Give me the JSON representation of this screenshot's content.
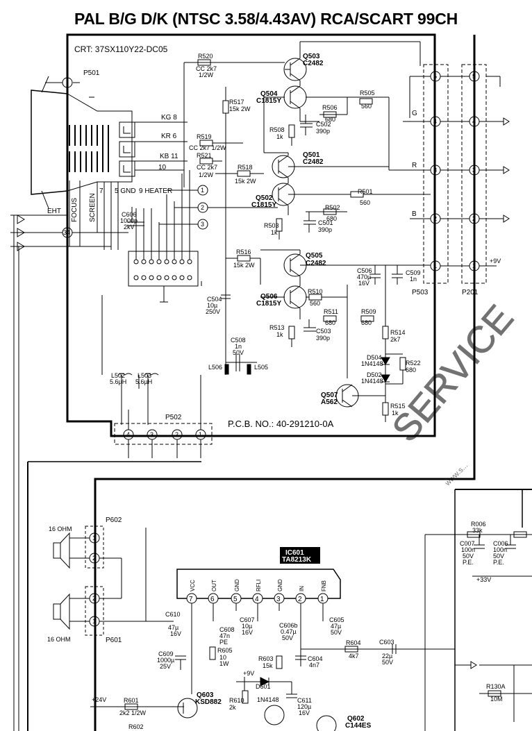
{
  "title": "PAL B/G D/K (NTSC 3.58/4.43AV) RCA/SCART 99CH",
  "crt_model": "CRT: 37SX110Y22-DC05",
  "pcb_number": "P.C.B. NO.: 40-291210-0A",
  "connectors": {
    "p501": "P501",
    "p502": "P502",
    "p503": "P503",
    "p201": "P201",
    "p601": "P601",
    "p602": "P602",
    "eht": "EHT"
  },
  "crt_pins": {
    "kg": "KG 8",
    "kr": "KR 6",
    "kb": "KB 11",
    "pin10": "10",
    "focus": "FOCUS",
    "screen": "SCREEN",
    "pin7": "7",
    "gnd": "5 GND",
    "heater": "9 HEATER"
  },
  "transistors": [
    {
      "ref": "Q503",
      "part": "C2482"
    },
    {
      "ref": "Q504",
      "part": "C1815Y"
    },
    {
      "ref": "Q501",
      "part": "C2482"
    },
    {
      "ref": "Q502",
      "part": "C1815Y"
    },
    {
      "ref": "Q505",
      "part": "C2482"
    },
    {
      "ref": "Q506",
      "part": "C1815Y"
    },
    {
      "ref": "Q507",
      "part": "A562"
    },
    {
      "ref": "Q603",
      "part": "KSD882"
    },
    {
      "ref": "Q602",
      "part": "C144ES"
    }
  ],
  "resistors": [
    {
      "ref": "R520",
      "value": "CC 2k7",
      "rating": "1/2W"
    },
    {
      "ref": "R517",
      "value": "15k 2W"
    },
    {
      "ref": "R505",
      "value": "560"
    },
    {
      "ref": "R506",
      "value": "680"
    },
    {
      "ref": "R508",
      "value": "1k"
    },
    {
      "ref": "R519",
      "value": "CC 2k7 1/2W"
    },
    {
      "ref": "R521",
      "value": "CC 2k7",
      "rating": "1/2W"
    },
    {
      "ref": "R518",
      "value": "15k 2W"
    },
    {
      "ref": "R501",
      "value": "560"
    },
    {
      "ref": "R502",
      "value": "680"
    },
    {
      "ref": "R503",
      "value": "1k"
    },
    {
      "ref": "R516",
      "value": "15k 2W"
    },
    {
      "ref": "R510",
      "value": "560"
    },
    {
      "ref": "R511",
      "value": "680"
    },
    {
      "ref": "R509",
      "value": "680"
    },
    {
      "ref": "R513",
      "value": "1k"
    },
    {
      "ref": "R514",
      "value": "2k7"
    },
    {
      "ref": "R522",
      "value": "680"
    },
    {
      "ref": "R515",
      "value": "1k"
    },
    {
      "ref": "R006",
      "value": "33k"
    },
    {
      "ref": "R605",
      "value": "10",
      "rating": "1W"
    },
    {
      "ref": "R603",
      "value": "15k"
    },
    {
      "ref": "R604",
      "value": "4k7"
    },
    {
      "ref": "R601",
      "value": "2k2 1/2W"
    },
    {
      "ref": "R602",
      "value": ""
    },
    {
      "ref": "R610",
      "value": "2k"
    },
    {
      "ref": "R130A",
      "value": "10M"
    }
  ],
  "capacitors": [
    {
      "ref": "C502",
      "value": "390p"
    },
    {
      "ref": "C501",
      "value": "390p"
    },
    {
      "ref": "C606",
      "value": "1000p",
      "rating": "2kV"
    },
    {
      "ref": "C506",
      "value": "470µ",
      "rating": "16V"
    },
    {
      "ref": "C509",
      "value": "1n"
    },
    {
      "ref": "C504",
      "value": "10µ",
      "rating": "250V"
    },
    {
      "ref": "C503",
      "value": "390p"
    },
    {
      "ref": "C508",
      "value": "1n",
      "rating": "50V"
    },
    {
      "ref": "C007",
      "value": "100n",
      "rating": "50V",
      "type": "P.E."
    },
    {
      "ref": "C006",
      "value": "100n",
      "rating": "50V",
      "type": "P.E."
    },
    {
      "ref": "C610",
      "value": "47µ",
      "rating": "16V"
    },
    {
      "ref": "C608",
      "value": "47n",
      "type": "PE"
    },
    {
      "ref": "C607",
      "value": "10µ",
      "rating": "16V"
    },
    {
      "ref": "C605",
      "value": "47µ",
      "rating": "50V"
    },
    {
      "ref": "C606b",
      "value": "0.47µ",
      "rating": "50V"
    },
    {
      "ref": "C604",
      "value": "4n7"
    },
    {
      "ref": "C603",
      "value": "22µ",
      "rating": "50V"
    },
    {
      "ref": "C609",
      "value": "1000µ",
      "rating": "25V"
    },
    {
      "ref": "C611",
      "value": "120µ",
      "rating": "16V"
    }
  ],
  "inductors": [
    {
      "ref": "L502",
      "value": "5.6µH"
    },
    {
      "ref": "L503",
      "value": "5.6µH"
    },
    {
      "ref": "L506",
      "value": ""
    },
    {
      "ref": "L505",
      "value": ""
    }
  ],
  "diodes": [
    {
      "ref": "D504",
      "part": "1N4148"
    },
    {
      "ref": "D502",
      "part": "1N4148"
    },
    {
      "ref": "D601",
      "part": "1N4148"
    }
  ],
  "ic601": {
    "ref": "IC601",
    "part": "TA8213K",
    "pins": [
      {
        "num": "7",
        "name": "VCC"
      },
      {
        "num": "6",
        "name": "OUT"
      },
      {
        "num": "5",
        "name": "GND"
      },
      {
        "num": "4",
        "name": "RFLI"
      },
      {
        "num": "3",
        "name": "GND"
      },
      {
        "num": "2",
        "name": "IN"
      },
      {
        "num": "1",
        "name": "FNB"
      }
    ]
  },
  "speakers": [
    {
      "label": "16 OHM"
    },
    {
      "label": "16 OHM"
    }
  ],
  "supply": {
    "v9a": "+9V",
    "v9b": "+9V",
    "v33": "+33V",
    "v24": "+24V"
  },
  "signals": {
    "g": "G",
    "r": "R",
    "b": "B"
  },
  "connector_pins": {
    "p503": [
      "5",
      "4",
      "3",
      "2",
      "1"
    ],
    "p201": [
      "5",
      "4",
      "3",
      "2",
      "1"
    ],
    "p502": [
      "4",
      "3",
      "2",
      "1"
    ],
    "crt_side": [
      "1",
      "2",
      "3"
    ],
    "p602": [
      "1",
      "2"
    ],
    "p601": [
      "2",
      "1"
    ],
    "wire_ids": {
      "pin34": "34"
    }
  },
  "watermark": "SERVICE",
  "watermark_url": "www.s..."
}
